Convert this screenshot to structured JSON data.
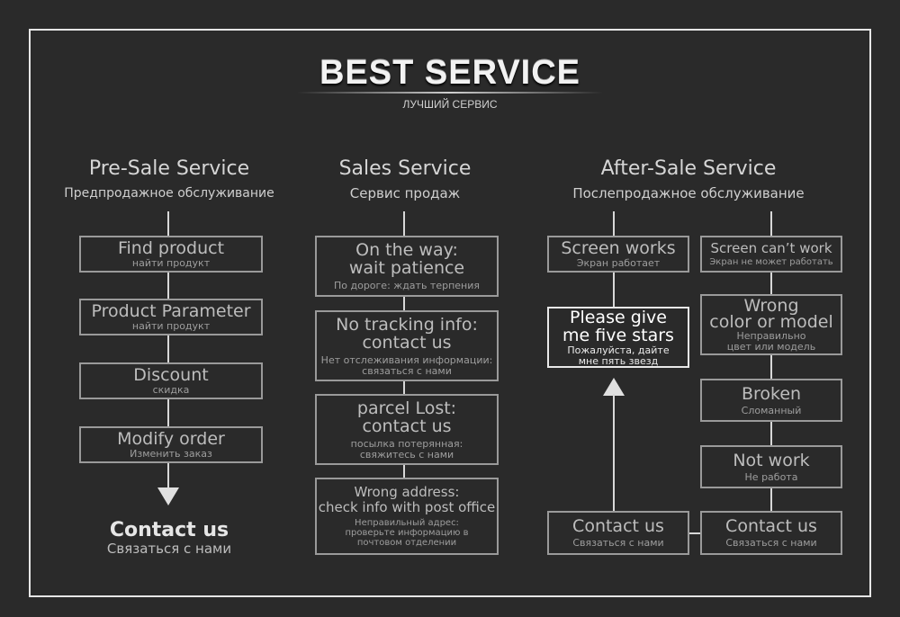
{
  "header": {
    "title": "BEST SERVICE",
    "subtitle": "ЛУЧШИЙ СЕРВИС"
  },
  "presale": {
    "title": "Pre-Sale Service",
    "subtitle": "Предпродажное обслуживание",
    "steps": [
      {
        "en": "Find product",
        "ru": "найти продукт"
      },
      {
        "en": "Product Parameter",
        "ru": "найти продукт"
      },
      {
        "en": "Discount",
        "ru": "скидка"
      },
      {
        "en": "Modify order",
        "ru": "Изменить заказ"
      }
    ],
    "end": {
      "en": "Contact us",
      "ru": "Связаться с нами"
    }
  },
  "sales": {
    "title": "Sales Service",
    "subtitle": "Сервис продаж",
    "items": [
      {
        "en": "On the way:\nwait patience",
        "ru": "По дороге: ждать терпения"
      },
      {
        "en": "No tracking info:\ncontact us",
        "ru": "Нет отслеживания информации:\nсвязаться с нами"
      },
      {
        "en": "parcel Lost:\ncontact us",
        "ru": "посылка потерянная:\nсвяжитесь с нами"
      },
      {
        "en": "Wrong address:\ncheck info with post office",
        "ru": "Неправильный адрес:\nпроверьте информацию в\nпочтовом отделении"
      }
    ]
  },
  "aftersale": {
    "title": "After-Sale Service",
    "subtitle": "Послепродажное обслуживание",
    "left": {
      "works": {
        "en": "Screen works",
        "ru": "Экран работает"
      },
      "stars": {
        "en": "Please give\nme five stars",
        "ru": "Пожалуйста, дайте\nмне пять звезд"
      },
      "contact": {
        "en": "Contact us",
        "ru": "Связаться с нами"
      }
    },
    "right": {
      "cant": {
        "en": "Screen can’t work",
        "ru": "Экран не может работать"
      },
      "wrong": {
        "en": "Wrong\ncolor or model",
        "ru": "Неправильно\nцвет или модель"
      },
      "broken": {
        "en": "Broken",
        "ru": "Сломанный"
      },
      "notwork": {
        "en": "Not work",
        "ru": "Не работа"
      },
      "contact": {
        "en": "Contact us",
        "ru": "Связаться с нами"
      }
    }
  }
}
